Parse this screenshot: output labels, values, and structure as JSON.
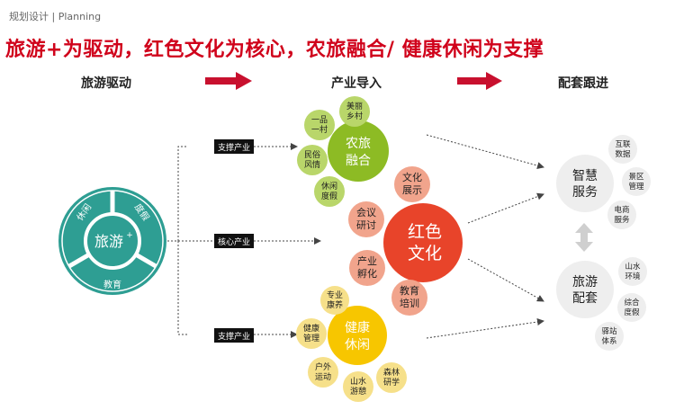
{
  "header_label": "规划设计 | Planning",
  "title": "旅游+为驱动，红色文化为核心，农旅融合/ 健康休闲为支撑",
  "columns": {
    "left": "旅游驱动",
    "middle": "产业导入",
    "right": "配套跟进"
  },
  "colors": {
    "title_red": "#d0021b",
    "arrow_red": "#c8102e",
    "teal": "#2e9e93",
    "green": "#8dbb24",
    "olive_small": "#b9d66a",
    "red_core": "#e8442a",
    "salmon": "#f1a48c",
    "yellow": "#f7c600",
    "yellow_small": "#f6e08a",
    "gray": "#eeeeee"
  },
  "tourism_wheel": {
    "center": "旅游",
    "sup": "+",
    "segments": [
      "休闲",
      "度假",
      "教育"
    ]
  },
  "link_labels": {
    "top": "支撑产业",
    "middle": "核心产业",
    "bottom": "支撑产业"
  },
  "agri": {
    "main": [
      "农旅",
      "融合"
    ],
    "items": [
      [
        "美丽",
        "乡村"
      ],
      [
        "一品",
        "一村"
      ],
      [
        "民俗",
        "风情"
      ],
      [
        "休闲",
        "度假"
      ]
    ]
  },
  "red": {
    "main": [
      "红色",
      "文化"
    ],
    "items": [
      [
        "文化",
        "展示"
      ],
      [
        "会议",
        "研讨"
      ],
      [
        "产业",
        "孵化"
      ],
      [
        "教育",
        "培训"
      ]
    ]
  },
  "health": {
    "main": [
      "健康",
      "休闲"
    ],
    "items": [
      [
        "专业",
        "康养"
      ],
      [
        "健康",
        "管理"
      ],
      [
        "户外",
        "运动"
      ],
      [
        "山水",
        "游憩"
      ],
      [
        "森林",
        "研学"
      ]
    ]
  },
  "smart": {
    "main": [
      "智慧",
      "服务"
    ],
    "items": [
      [
        "互联",
        "数据"
      ],
      [
        "景区",
        "管理"
      ],
      [
        "电商",
        "服务"
      ]
    ]
  },
  "travel": {
    "main": [
      "旅游",
      "配套"
    ],
    "items": [
      [
        "山水",
        "环境"
      ],
      [
        "综合",
        "度假"
      ],
      [
        "驿站",
        "体系"
      ]
    ]
  }
}
